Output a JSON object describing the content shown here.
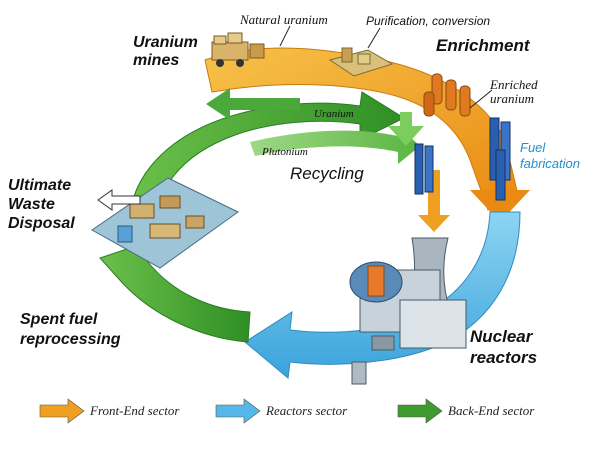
{
  "labels": {
    "natural_uranium": "Natural uranium",
    "purification": "Purification, conversion",
    "uranium_mines": "Uranium\nmines",
    "enrichment": "Enrichment",
    "enriched_uranium": "Enriched\nuranium",
    "uranium": "Uranium",
    "plutonium": "Plutonium",
    "recycling": "Recycling",
    "fuel_fabrication": "Fuel\nfabrication",
    "ultimate_waste": "Ultimate\nWaste\nDisposal",
    "spent_fuel": "Spent fuel\nreprocessing",
    "nuclear_reactors": "Nuclear\nreactors"
  },
  "legend": [
    {
      "label": "Front-End sector",
      "color": "#f0a020"
    },
    {
      "label": "Reactors sector",
      "color": "#55b8e8"
    },
    {
      "label": "Back-End sector",
      "color": "#3f9a2f"
    }
  ],
  "colors": {
    "front_end": "#f0a020",
    "reactors": "#55b8e8",
    "back_end": "#3f9a2f",
    "fuel_fabrication_text": "#1e8fd0"
  }
}
